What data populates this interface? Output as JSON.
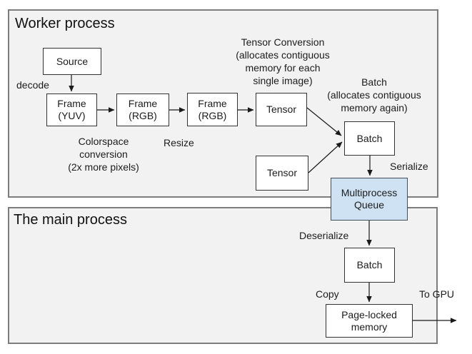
{
  "containers": {
    "worker": {
      "title": "Worker process"
    },
    "main": {
      "title": "The main process"
    }
  },
  "nodes": {
    "source": {
      "label": "Source"
    },
    "frame_yuv": {
      "label": "Frame\n(YUV)"
    },
    "frame_rgb1": {
      "label": "Frame\n(RGB)"
    },
    "frame_rgb2": {
      "label": "Frame\n(RGB)"
    },
    "tensor_top": {
      "label": "Tensor"
    },
    "tensor_bottom": {
      "label": "Tensor"
    },
    "batch_worker": {
      "label": "Batch"
    },
    "multiprocess_queue": {
      "label": "Multiprocess\nQueue"
    },
    "batch_main": {
      "label": "Batch"
    },
    "page_locked_memory": {
      "label": "Page-locked\nmemory"
    }
  },
  "labels": {
    "decode": "decode",
    "colorspace": "Colorspace\nconversion\n(2x more pixels)",
    "resize": "Resize",
    "tensor_conversion": "Tensor Conversion\n(allocates contiguous\nmemory for each\nsingle image)",
    "batch_note": "Batch\n(allocates contiguous\nmemory again)",
    "serialize": "Serialize",
    "deserialize": "Deserialize",
    "copy": "Copy",
    "to_gpu": "To GPU"
  },
  "colors": {
    "container_fill": "#f2f2f2",
    "container_border": "#7d7d7d",
    "node_fill": "#ffffff",
    "node_border": "#333333",
    "queue_fill": "#cfe2f3",
    "queue_border": "#42505c",
    "arrow": "#1a1a1a"
  }
}
